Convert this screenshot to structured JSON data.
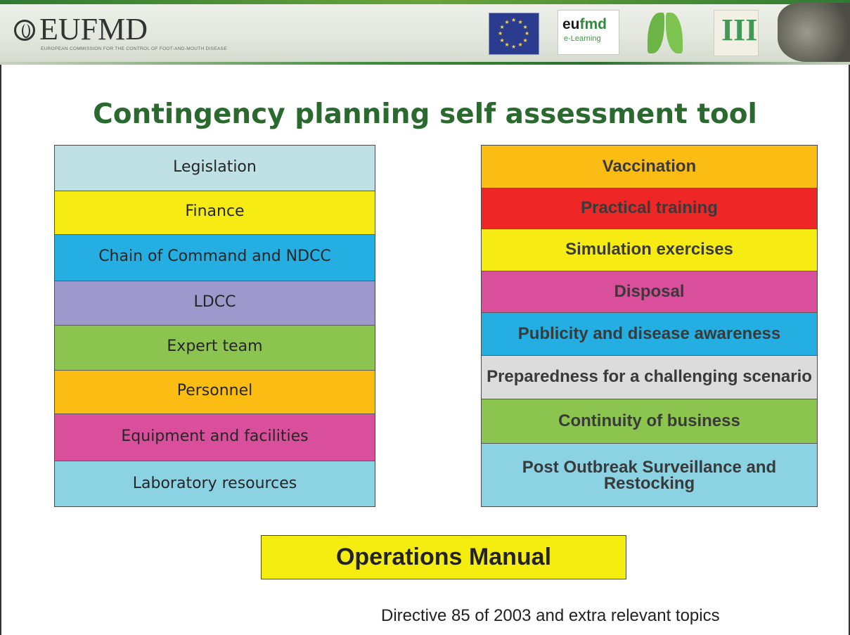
{
  "header": {
    "brand": "EUFMD",
    "brand_subtitle": "EUROPEAN COMMISSION FOR THE CONTROL OF FOOT-AND-MOUTH DISEASE",
    "elearning_logo": {
      "main_a": "eu",
      "main_b": "fmd",
      "sub": "e-Learning"
    },
    "third_logo_text": "III"
  },
  "title": "Contingency planning self assessment tool",
  "left_topics": [
    {
      "label": "Legislation",
      "color": "#bfe0e4"
    },
    {
      "label": "Finance",
      "color": "#f6ec14"
    },
    {
      "label": "Chain of Command and NDCC",
      "color": "#24aee2"
    },
    {
      "label": "LDCC",
      "color": "#9e98cd"
    },
    {
      "label": "Expert team",
      "color": "#8cc450"
    },
    {
      "label": "Personnel",
      "color": "#fbbd14"
    },
    {
      "label": "Equipment and facilities",
      "color": "#d94f9b"
    },
    {
      "label": "Laboratory resources",
      "color": "#8bd2e2"
    }
  ],
  "right_topics": [
    {
      "label": "Vaccination",
      "color": "#fbbd14"
    },
    {
      "label": "Practical training",
      "color": "#ee2626"
    },
    {
      "label": "Simulation exercises",
      "color": "#f6ec14"
    },
    {
      "label": "Disposal",
      "color": "#d94f9b"
    },
    {
      "label": "Publicity and disease awareness",
      "color": "#24aee2"
    },
    {
      "label": "Preparedness for a challenging scenario",
      "color": "#dcdcdc"
    },
    {
      "label": "Continuity of business",
      "color": "#8cc450"
    },
    {
      "label": "Post Outbreak Surveillance and Restocking",
      "color": "#8bd2e2"
    }
  ],
  "operations_manual": "Operations Manual",
  "footer": "Directive 85 of 2003 and extra relevant topics"
}
